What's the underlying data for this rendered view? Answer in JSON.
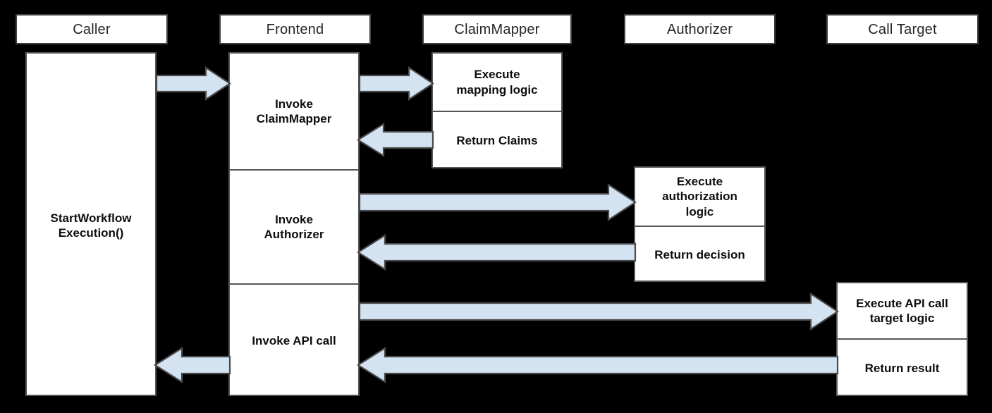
{
  "diagram": {
    "title": "Workflow authorization sequence diagram",
    "background_color": "#000000",
    "box_fill": "#ffffff",
    "box_border": "#565656",
    "arrow_fill": "#d4e3f2",
    "arrow_border": "#4a4a4a"
  },
  "lifelines": [
    {
      "id": "caller",
      "label": "Caller"
    },
    {
      "id": "frontend",
      "label": "Frontend"
    },
    {
      "id": "claimmapper",
      "label": "ClaimMapper"
    },
    {
      "id": "authorizer",
      "label": "Authorizer"
    },
    {
      "id": "calltarget",
      "label": "Call Target"
    }
  ],
  "activations": {
    "caller": {
      "segments": [
        {
          "id": "start-workflow",
          "label": "StartWorkflow\nExecution()"
        }
      ]
    },
    "frontend": {
      "segments": [
        {
          "id": "invoke-claimmapper",
          "label": "Invoke\nClaimMapper"
        },
        {
          "id": "invoke-authorizer",
          "label": "Invoke\nAuthorizer"
        },
        {
          "id": "invoke-api-call",
          "label": "Invoke API call"
        }
      ]
    },
    "claimmapper": {
      "segments": [
        {
          "id": "execute-mapping-logic",
          "label": "Execute\nmapping logic"
        },
        {
          "id": "return-claims",
          "label": "Return Claims"
        }
      ]
    },
    "authorizer": {
      "segments": [
        {
          "id": "execute-authorization-logic",
          "label": "Execute\nauthorization\nlogic"
        },
        {
          "id": "return-decision",
          "label": "Return decision"
        }
      ]
    },
    "calltarget": {
      "segments": [
        {
          "id": "execute-api-call-target-logic",
          "label": "Execute API call\ntarget logic"
        },
        {
          "id": "return-result",
          "label": "Return result"
        }
      ]
    }
  },
  "messages": [
    {
      "id": "caller-to-frontend",
      "from": "caller",
      "to": "frontend",
      "direction": "right"
    },
    {
      "id": "frontend-to-claimmapper",
      "from": "frontend",
      "to": "claimmapper",
      "direction": "right"
    },
    {
      "id": "claimmapper-to-frontend",
      "from": "claimmapper",
      "to": "frontend",
      "direction": "left"
    },
    {
      "id": "frontend-to-authorizer",
      "from": "frontend",
      "to": "authorizer",
      "direction": "right"
    },
    {
      "id": "authorizer-to-frontend",
      "from": "authorizer",
      "to": "frontend",
      "direction": "left"
    },
    {
      "id": "frontend-to-calltarget",
      "from": "frontend",
      "to": "calltarget",
      "direction": "right"
    },
    {
      "id": "calltarget-to-frontend",
      "from": "calltarget",
      "to": "frontend",
      "direction": "left"
    },
    {
      "id": "frontend-to-caller",
      "from": "frontend",
      "to": "caller",
      "direction": "left"
    }
  ]
}
